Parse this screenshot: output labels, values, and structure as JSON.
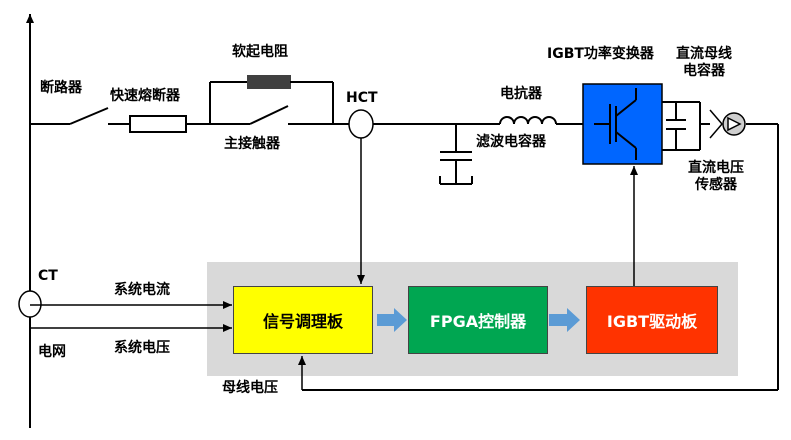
{
  "components": {
    "breaker": "断路器",
    "fast_fuse": "快速熔断器",
    "soft_start_resistor": "软起电阻",
    "main_contactor": "主接触器",
    "hct": "HCT",
    "reactor": "电抗器",
    "filter_capacitor": "滤波电容器",
    "igbt_converter": "IGBT功率变换器",
    "dc_bus_capacitor_line1": "直流母线",
    "dc_bus_capacitor_line2": "电容器",
    "dc_voltage_sensor_line1": "直流电压",
    "dc_voltage_sensor_line2": "传感器",
    "ct": "CT",
    "grid": "电网"
  },
  "signals": {
    "system_current": "系统电流",
    "system_voltage": "系统电压",
    "bus_voltage": "母线电压"
  },
  "boards": {
    "signal_conditioning": "信号调理板",
    "fpga_controller": "FPGA控制器",
    "igbt_driver": "IGBT驱动板"
  },
  "colors": {
    "signal_conditioning": "#ffff00",
    "fpga_controller": "#00a651",
    "igbt_driver": "#ff3300",
    "igbt_converter": "#0066ff",
    "control_panel": "#d9d9d9",
    "arrow": "#5b9bd5"
  }
}
